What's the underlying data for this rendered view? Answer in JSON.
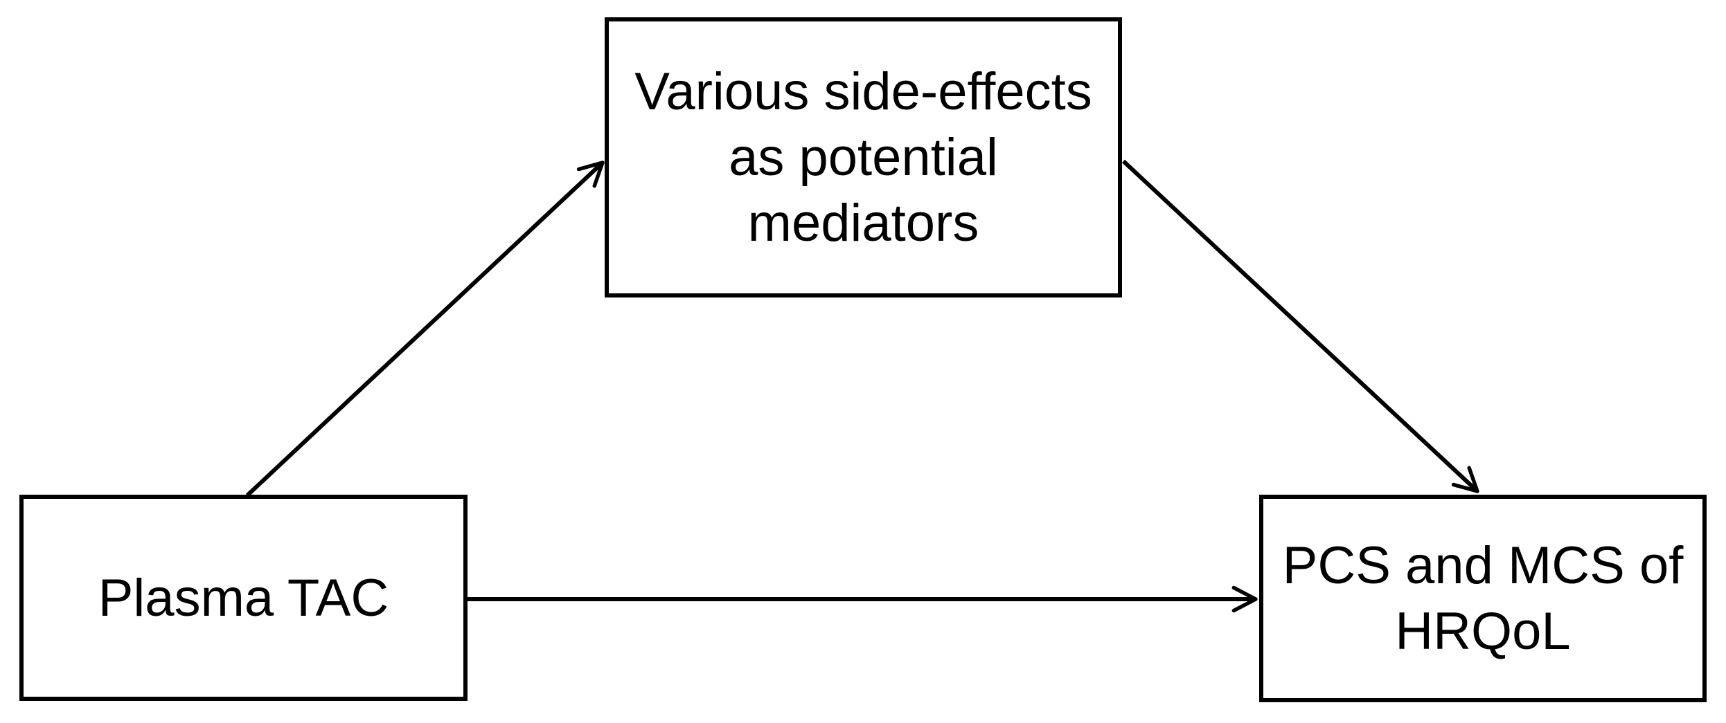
{
  "diagram": {
    "type": "mediation-model",
    "background_color": "#ffffff",
    "line_color": "#000000",
    "text_color": "#000000",
    "nodes": [
      {
        "id": "mediators",
        "role": "mediator",
        "lines": [
          "Various side-effects",
          "as potential",
          "mediators"
        ],
        "label": "Various side-effects as potential mediators"
      },
      {
        "id": "plasma-tac",
        "role": "independent-variable",
        "lines": [
          "Plasma TAC"
        ],
        "label": "Plasma TAC"
      },
      {
        "id": "hrqol",
        "role": "outcome",
        "lines": [
          "PCS and MCS of",
          "HRQoL"
        ],
        "label": "PCS and MCS of HRQoL"
      }
    ],
    "edges": [
      {
        "from": "plasma-tac",
        "to": "mediators",
        "style": "arrow"
      },
      {
        "from": "mediators",
        "to": "hrqol",
        "style": "arrow"
      },
      {
        "from": "plasma-tac",
        "to": "hrqol",
        "style": "arrow"
      }
    ]
  }
}
